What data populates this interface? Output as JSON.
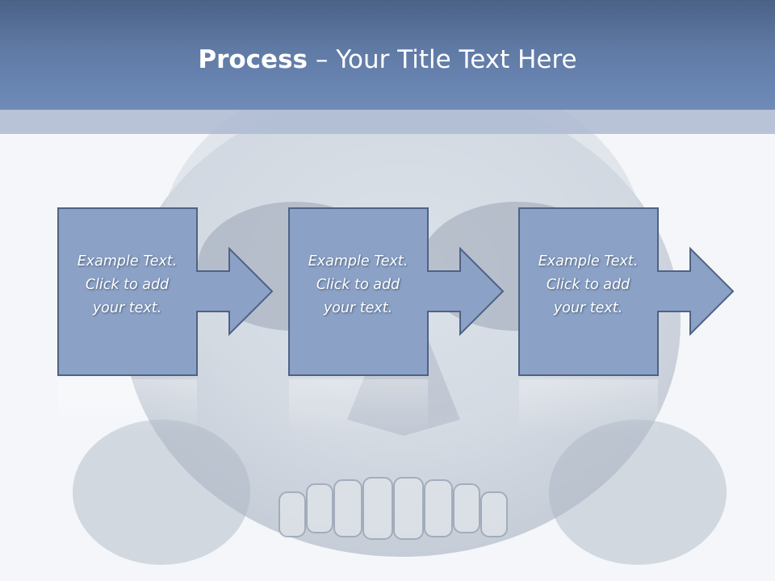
{
  "slide": {
    "title_bold": "Process",
    "title_rest": " – Your Title Text Here",
    "background_image": "skull-icon",
    "steps": [
      {
        "line1": "Example Text.",
        "line2": "Click  to add",
        "line3": "your text."
      },
      {
        "line1": "Example Text.",
        "line2": "Click  to add",
        "line3": "your text."
      },
      {
        "line1": "Example Text.",
        "line2": "Click  to add",
        "line3": "your text."
      }
    ]
  },
  "colors": {
    "header_top": "#4b6286",
    "header_bottom": "#6f8bb8",
    "box_fill": "#8ba2c6",
    "box_stroke": "#4f6285",
    "text": "#ffffff"
  }
}
